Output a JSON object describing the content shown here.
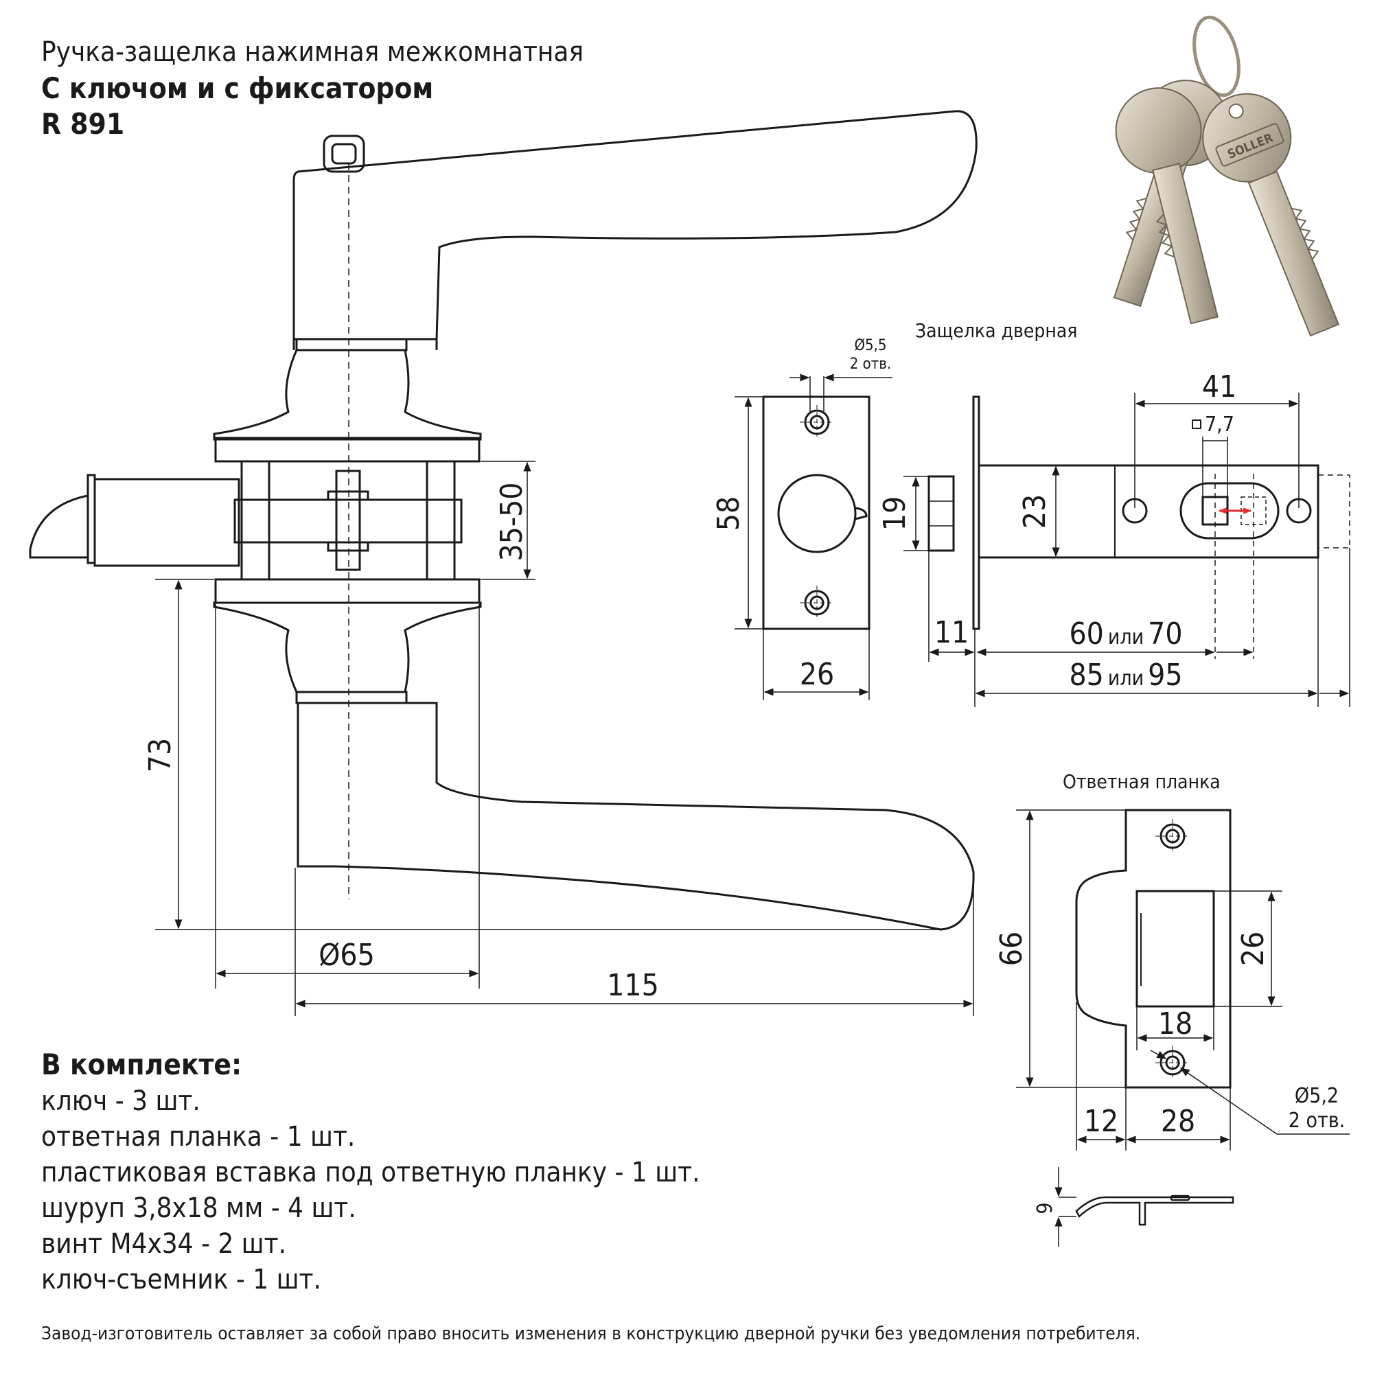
{
  "header": {
    "line1": "Ручка-защелка нажимная межкомнатная",
    "line2": "С ключом и с фиксатором",
    "line3": "R 891"
  },
  "captions": {
    "latch": "Защелка дверная",
    "strike": "Ответная планка"
  },
  "keys": {
    "brand": "SOLLER"
  },
  "handle_dims": {
    "rosette_thickness": "35-50",
    "height": "73",
    "rosette_diameter": "Ø65",
    "length": "115"
  },
  "latch_dims": {
    "hole_diameter": "Ø5,5",
    "hole_count": "2 отв.",
    "faceplate_height": "58",
    "faceplate_width": "26",
    "bolt_height": "19",
    "body_height": "23",
    "bolt_projection": "11",
    "spacing": "41",
    "spindle_square": "7,7",
    "backset_a": "60",
    "backset_b": "70",
    "length_a": "85",
    "length_b": "95",
    "or_word": "или"
  },
  "strike_dims": {
    "height": "66",
    "opening_height": "26",
    "opening_width": "18",
    "lip": "12",
    "width": "28",
    "hole_diameter": "Ø5,2",
    "hole_count": "2 отв.",
    "depth": "9"
  },
  "kit": {
    "title": "В комплекте:",
    "items": [
      "ключ - 3 шт.",
      "ответная планка - 1 шт.",
      "пластиковая вставка под ответную планку - 1 шт.",
      "шуруп 3,8x18 мм - 4 шт.",
      "винт М4x34 - 2 шт.",
      "ключ-съемник - 1 шт."
    ]
  },
  "footer": {
    "note": "Завод-изготовитель оставляет за собой право вносить изменения в конструкцию дверной ручки без уведомления потребителя."
  },
  "colors": {
    "line": "#1a1a1a",
    "accent": "#e03030",
    "key_metal": "#c9bfae"
  }
}
